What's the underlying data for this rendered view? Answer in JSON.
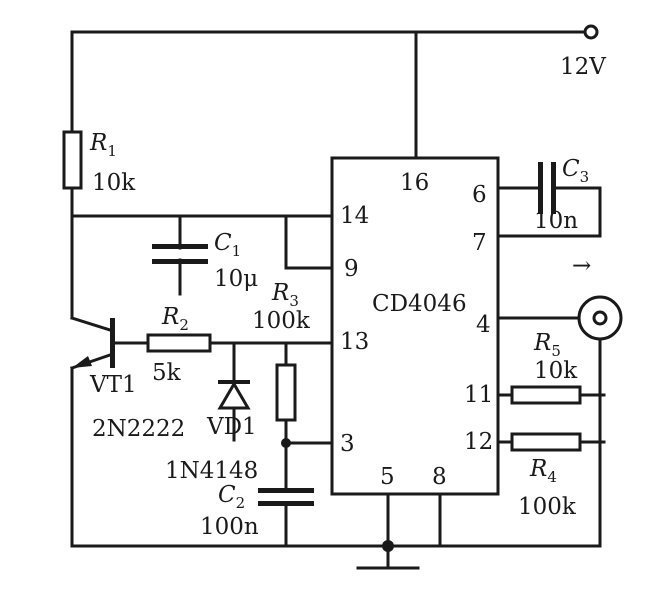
{
  "supply": {
    "label": "12V"
  },
  "chip": {
    "name": "CD4046",
    "pins": {
      "p16": "16",
      "p6": "6",
      "p7": "7",
      "p14": "14",
      "p9": "9",
      "p4": "4",
      "p13": "13",
      "p11": "11",
      "p12": "12",
      "p3": "3",
      "p5": "5",
      "p8": "8"
    }
  },
  "r1": {
    "sym": "R",
    "sub": "1",
    "val": "10k"
  },
  "c1": {
    "sym": "C",
    "sub": "1",
    "val": "10μ"
  },
  "r3": {
    "sym": "R",
    "sub": "3",
    "val": "100k"
  },
  "r2": {
    "sym": "R",
    "sub": "2",
    "val": "5k"
  },
  "c3": {
    "sym": "C",
    "sub": "3",
    "val": "10n"
  },
  "r5": {
    "sym": "R",
    "sub": "5",
    "val": "10k"
  },
  "r4": {
    "sym": "R",
    "sub": "4",
    "val": "100k"
  },
  "c2": {
    "sym": "C",
    "sub": "2",
    "val": "100n"
  },
  "vt1": {
    "name": "VT1",
    "part": "2N2222"
  },
  "vd1": {
    "name": "VD1",
    "part": "1N4148"
  },
  "output": {
    "arrow": "→"
  }
}
